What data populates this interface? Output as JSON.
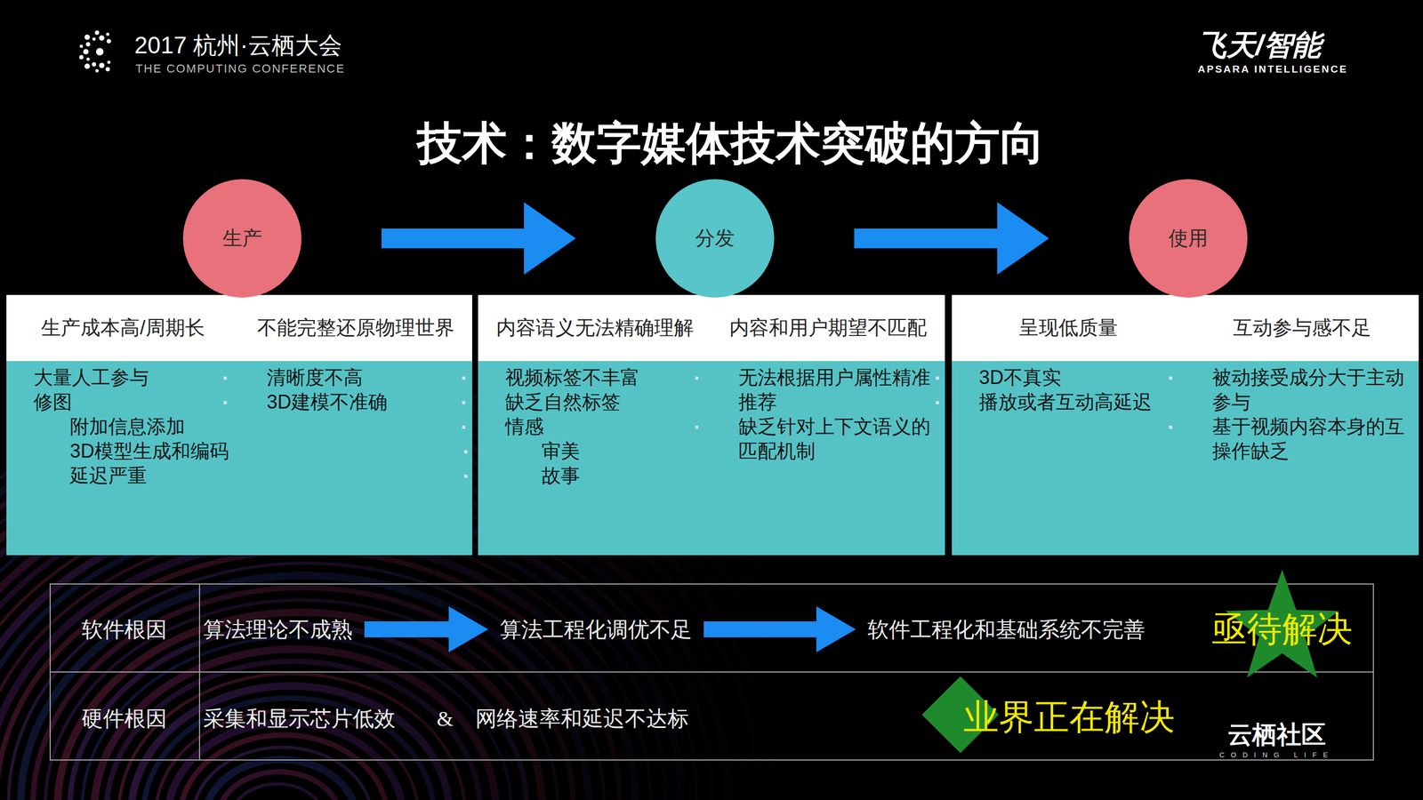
{
  "diagram": {
    "title": "技术：数字媒体技术突破的方向",
    "nodes": [
      {
        "text": [
          "生产"
        ]
      },
      {
        "text": [
          "生产成本高/周期长",
          "大量人工参与",
          "修图",
          "附加信息添加",
          "3D模型生成和编码延迟严重"
        ]
      },
      {
        "text": [
          "不能完整还原物理世界",
          "清晰度不高",
          "3D建模不准确"
        ]
      },
      {
        "text": [
          "分发"
        ]
      },
      {
        "text": [
          "内容语义无法精确理解",
          "视频标签不丰富",
          "缺乏自然标签",
          "情感",
          "审美",
          "故事"
        ]
      },
      {
        "text": [
          "内容和用户期望不匹配",
          "无法根据用户属性精准推荐",
          "缺乏针对上下文语义的匹配机制"
        ]
      },
      {
        "text": [
          "使用"
        ]
      },
      {
        "text": [
          "呈现低质量",
          "3D不真实",
          "播放或者互动高延迟"
        ]
      },
      {
        "text": [
          "互动参与感不足",
          "被动接受成分大于主动参与",
          "基于视频内容本身的互操作缺乏"
        ]
      },
      {
        "text": [
          "算法理论不成熟"
        ]
      },
      {
        "text": [
          "算法工程化调优不足"
        ]
      },
      {
        "text": [
          "软件工程化和基础系统不完善"
        ]
      }
    ],
    "edges": [
      {
        "from": 0,
        "to": 3,
        "arrow": "to"
      },
      {
        "from": 3,
        "to": 6,
        "arrow": "to"
      },
      {
        "from": 9,
        "to": 10,
        "arrow": "to"
      },
      {
        "from": 10,
        "to": 11,
        "arrow": "to"
      }
    ],
    "labels": [
      "2017 杭州·云栖大会",
      "THE COMPUTING CONFERENCE",
      "飞天/智能",
      "APSARA INTELLIGENCE",
      "软件根因",
      "亟待解决",
      "硬件根因",
      "采集和显示芯片低效",
      "&",
      "网络速率和延迟不达标",
      "业界正在解决",
      "云栖社区",
      "CODING LIFE"
    ]
  }
}
